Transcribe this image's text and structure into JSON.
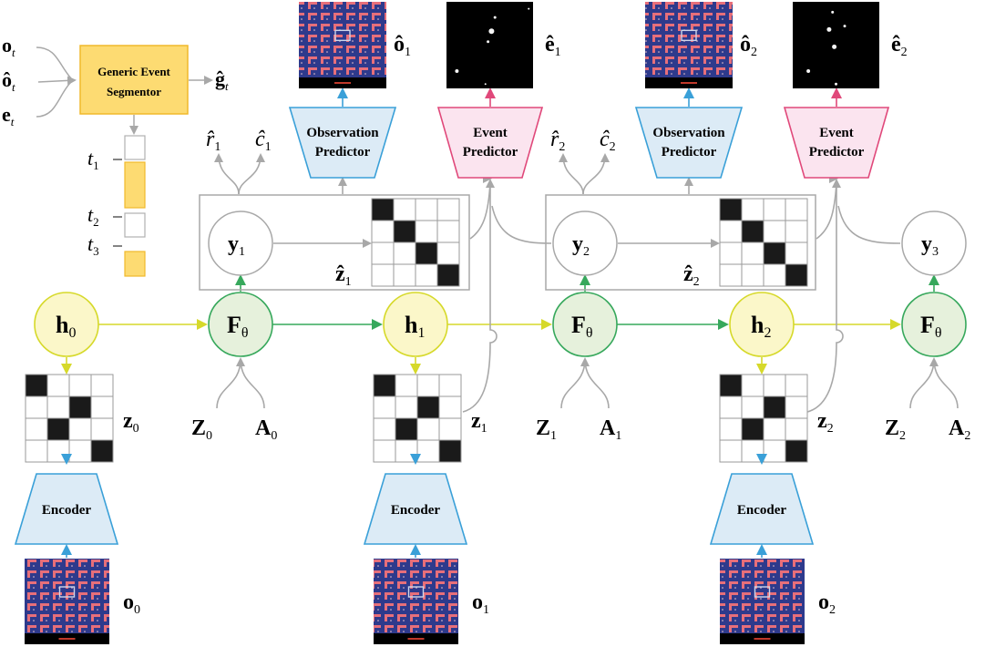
{
  "segmentor": {
    "label_line1": "Generic Event",
    "label_line2": "Segmentor",
    "inputs": [
      {
        "sym": "o",
        "hat": false,
        "sub": "t"
      },
      {
        "sym": "ô",
        "hat": true,
        "sub": "t"
      },
      {
        "sym": "e",
        "hat": false,
        "sub": "t"
      }
    ],
    "output": {
      "sym": "ĝ",
      "sub": "t"
    },
    "timeline": [
      {
        "sym": "t",
        "sub": "1"
      },
      {
        "sym": "t",
        "sub": "2"
      },
      {
        "sym": "t",
        "sub": "3"
      }
    ]
  },
  "encoder_label": "Encoder",
  "obs_predictor": {
    "line1": "Observation",
    "line2": "Predictor"
  },
  "event_predictor": {
    "line1": "Event",
    "line2": "Predictor"
  },
  "h_nodes": [
    {
      "sym": "h",
      "sub": "0"
    },
    {
      "sym": "h",
      "sub": "1"
    },
    {
      "sym": "h",
      "sub": "2"
    }
  ],
  "f_nodes": [
    {
      "sym": "F",
      "sub": "θ"
    },
    {
      "sym": "F",
      "sub": "θ"
    },
    {
      "sym": "F",
      "sub": "θ"
    }
  ],
  "y_nodes": [
    {
      "sym": "y",
      "sub": "1"
    },
    {
      "sym": "y",
      "sub": "2"
    },
    {
      "sym": "y",
      "sub": "3"
    }
  ],
  "z_labels": [
    {
      "sym": "z",
      "sub": "0"
    },
    {
      "sym": "z",
      "sub": "1"
    },
    {
      "sym": "z",
      "sub": "2"
    }
  ],
  "zhat_labels": [
    {
      "sym": "ẑ",
      "sub": "1"
    },
    {
      "sym": "ẑ",
      "sub": "2"
    }
  ],
  "Z_labels": [
    {
      "sym": "Z",
      "sub": "0"
    },
    {
      "sym": "Z",
      "sub": "1"
    },
    {
      "sym": "Z",
      "sub": "2"
    }
  ],
  "A_labels": [
    {
      "sym": "A",
      "sub": "0"
    },
    {
      "sym": "A",
      "sub": "1"
    },
    {
      "sym": "A",
      "sub": "2"
    }
  ],
  "o_labels": [
    {
      "sym": "o",
      "sub": "0"
    },
    {
      "sym": "o",
      "sub": "1"
    },
    {
      "sym": "o",
      "sub": "2"
    }
  ],
  "ohat_labels": [
    {
      "sym": "ô",
      "sub": "1"
    },
    {
      "sym": "ô",
      "sub": "2"
    }
  ],
  "ehat_labels": [
    {
      "sym": "ê",
      "sub": "1"
    },
    {
      "sym": "ê",
      "sub": "2"
    }
  ],
  "r_labels": [
    {
      "sym": "r̂",
      "sub": "1"
    },
    {
      "sym": "r̂",
      "sub": "2"
    }
  ],
  "c_labels": [
    {
      "sym": "ĉ",
      "sub": "1"
    },
    {
      "sym": "ĉ",
      "sub": "2"
    }
  ],
  "colors": {
    "yellow_node": "#fbf7c9",
    "yellow_stroke": "#d6d92a",
    "green_node": "#e6f1dc",
    "green_stroke": "#37a85c",
    "blue_fill": "#dcebf6",
    "blue_stroke": "#3aa0d8",
    "pink_fill": "#fbe4ef",
    "pink_stroke": "#e0487a",
    "segmentor_fill": "#fddb72",
    "segmentor_stroke": "#f0b92b",
    "gray": "#a8a8a8"
  }
}
